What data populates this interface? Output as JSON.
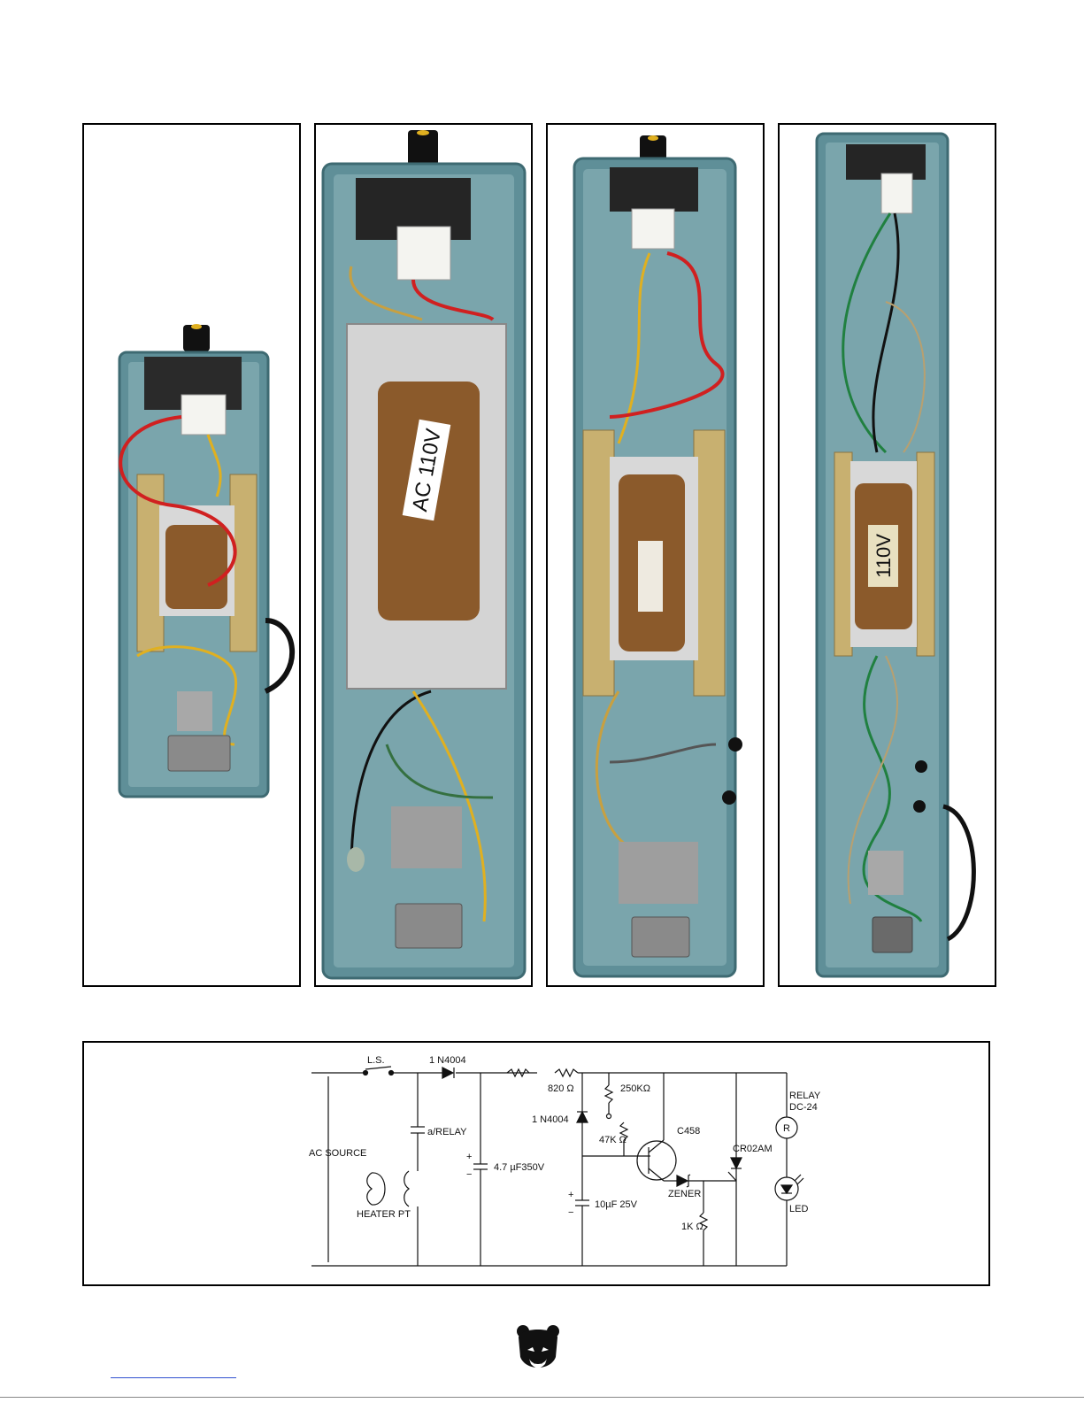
{
  "photos": [
    {
      "id": "small-pedal",
      "coil_label": ""
    },
    {
      "id": "large-pedal",
      "coil_label": "AC 110V"
    },
    {
      "id": "medium-pedal",
      "coil_label": ""
    },
    {
      "id": "long-pedal",
      "coil_label": "110V"
    }
  ],
  "schematic": {
    "labels": {
      "limit_switch": "L.S.",
      "diode_top": "1 N4004",
      "resistor_820": "820 Ω",
      "pot_250k": "250KΩ",
      "relay_title": "RELAY",
      "relay_voltage": "DC-24",
      "relay_symbol": "R",
      "ac_source": "AC SOURCE",
      "relay_contact": "a/RELAY",
      "diode_mid": "1   N4004",
      "transistor": "C458",
      "resistor_47k": "47K Ω",
      "scr": "CR02AM",
      "cap_350v": "4.7 µF350V",
      "zener": "ZENER",
      "cap_25v": "10µF  25V",
      "resistor_1k": "1K Ω",
      "heater": "HEATER PT",
      "led": "LED"
    }
  },
  "colors": {
    "enclosure": "#5f8f98",
    "enclosure_inner": "#6f9aa2",
    "coil_copper": "#8b5a2b",
    "bracket_brass": "#c8b070",
    "wire_red": "#d02020",
    "wire_yellow": "#e0b020",
    "wire_green": "#208040"
  },
  "logo": {
    "icon": "bear-head-icon"
  }
}
